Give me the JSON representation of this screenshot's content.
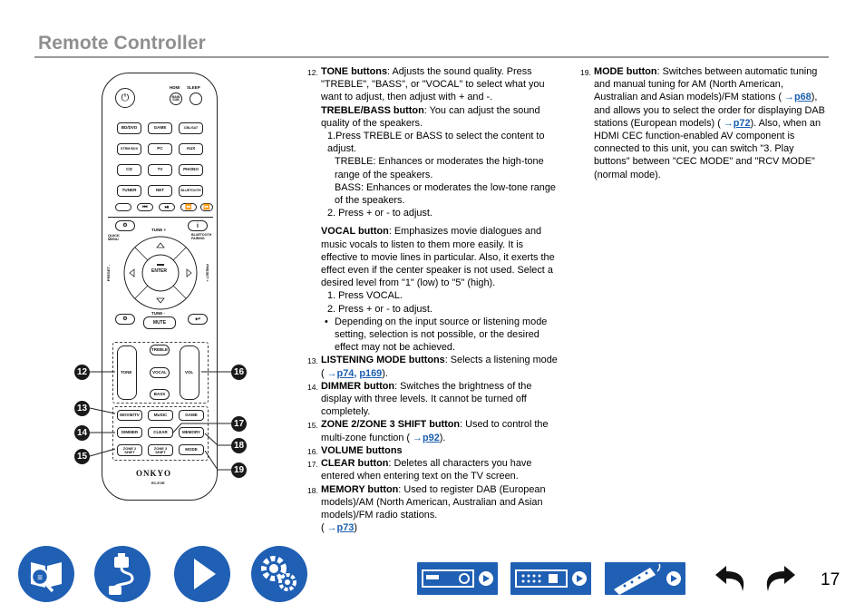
{
  "header": {
    "title": "Remote Controller"
  },
  "remote": {
    "power": "⏻",
    "hdmi": "HDMI",
    "sleep": "SLEEP",
    "main_sub": "MAIN\nSUB",
    "inputs": [
      [
        "BD/DVD",
        "GAME",
        "CBL/SAT"
      ],
      [
        "STRM BOX",
        "PC",
        "AUX"
      ],
      [
        "CD",
        "TV",
        "PHONO"
      ],
      [
        "TUNER",
        "NET",
        "BLUETOOTH"
      ]
    ],
    "quick_menu": "QUICK\nMENU",
    "bt_pairing": "BLUETOOTH\nPAIRING",
    "tune_plus": "TUNE +",
    "tune_minus": "TUNE -",
    "preset_minus": "PRESET -",
    "preset_plus": "PRESET +",
    "enter": "ENTER",
    "mute": "MUTE",
    "tone": "TONE",
    "treble": "TREBLE",
    "vocal": "VOCAL",
    "bass": "BASS",
    "vol": "VOL",
    "modes": [
      "MOVIE/TV",
      "MUSIC",
      "GAME"
    ],
    "dimmer": "DIMMER",
    "clear": "CLEAR",
    "memory": "MEMORY",
    "zone2": "ZONE 2\nSHIFT",
    "zone3": "ZONE 3\nSHIFT",
    "mode": "MODE",
    "brand": "ONKYO",
    "model": "RC-972R"
  },
  "callouts": {
    "n12": "12",
    "n13": "13",
    "n14": "14",
    "n15": "15",
    "n16": "16",
    "n17": "17",
    "n18": "18",
    "n19": "19"
  },
  "col1": {
    "n12": "12.",
    "tone_title": "TONE buttons",
    "tone_text": ": Adjusts the sound quality. Press \"TREBLE\", \"BASS\", or \"VOCAL\" to select what you want to adjust, then adjust with + and -.",
    "tb_title": "TREBLE/BASS button",
    "tb_text": ": You can adjust the sound quality of the speakers.",
    "tb_s1": "1.Press TREBLE or BASS to select the content to adjust.",
    "tb_treble": "TREBLE: Enhances or moderates the high-tone range of the speakers.",
    "tb_bass": "BASS: Enhances or moderates the low-tone range of the speakers.",
    "tb_s2": "2. Press + or - to adjust.",
    "vocal_title": "VOCAL button",
    "vocal_text": ": Emphasizes movie dialogues and music vocals to listen to them more easily. It is effective to movie lines in particular. Also, it exerts the effect even if the center speaker is not used. Select a desired level from \"1\" (low) to \"5\" (high).",
    "vocal_s1": "1. Press VOCAL.",
    "vocal_s2": "2. Press + or - to adjust.",
    "vocal_bullet": "Depending on the input source or listening mode setting, selection is not possible, or the desired effect may not be achieved.",
    "n13": "13.",
    "lm_title": "LISTENING MODE buttons",
    "lm_text": ": Selects a listening mode ( ",
    "lm_link1": "p74",
    "lm_link2": "p169",
    "lm_end": ").",
    "n14": "14.",
    "dim_title": "DIMMER button",
    "dim_text": ": Switches the brightness of the display with three levels. It cannot be turned off completely.",
    "n15": "15.",
    "zone_title": "ZONE 2/ZONE 3 SHIFT button",
    "zone_text": ": Used to control the multi-zone function ( ",
    "zone_link": "p92",
    "zone_end": ").",
    "n16": "16.",
    "vol_title": "VOLUME buttons",
    "n17": "17.",
    "clear_title": "CLEAR button",
    "clear_text": ": Deletes all characters you have entered when entering text on the TV screen.",
    "n18": "18.",
    "mem_title": "MEMORY button",
    "mem_text": ": Used to register DAB (European models)/AM (North American, Australian and Asian models)/FM radio stations.",
    "mem_link": "p73"
  },
  "col2": {
    "n19": "19.",
    "mode_title": "MODE button",
    "mode_text1": ": Switches between automatic tuning and manual tuning for AM (North American, Australian and Asian models)/FM stations ( ",
    "mode_link1": "p68",
    "mode_text2": "), and allows you to select the order for displaying DAB stations (European models) ( ",
    "mode_link2": "p72",
    "mode_text3": "). Also, when an HDMI CEC function-enabled AV component is connected to this unit, you can switch \"3. Play buttons\" between \"CEC MODE\" and \"RCV MODE\" (normal mode)."
  },
  "arrow_glyph": "→",
  "footer": {
    "page_number": "17",
    "icons": [
      "manual-book-icon",
      "connection-cable-icon",
      "playback-icon",
      "settings-gears-icon",
      "front-panel-icon",
      "rear-panel-icon",
      "remote-icon",
      "back-icon",
      "forward-icon"
    ]
  },
  "colors": {
    "accent": "#1f5fb4",
    "link": "#1a5fb0",
    "title": "#8f8f8f"
  }
}
